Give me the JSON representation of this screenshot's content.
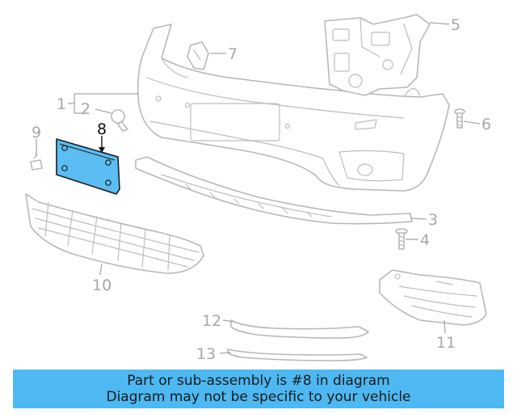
{
  "callouts": [
    {
      "id": "c1",
      "text": "1"
    },
    {
      "id": "c2",
      "text": "2"
    },
    {
      "id": "c3",
      "text": "3"
    },
    {
      "id": "c4",
      "text": "4"
    },
    {
      "id": "c5",
      "text": "5"
    },
    {
      "id": "c6",
      "text": "6"
    },
    {
      "id": "c7",
      "text": "7"
    },
    {
      "id": "c8",
      "text": "8",
      "highlighted": true
    },
    {
      "id": "c9",
      "text": "9"
    },
    {
      "id": "c10",
      "text": "10"
    },
    {
      "id": "c11",
      "text": "11"
    },
    {
      "id": "c12",
      "text": "12"
    },
    {
      "id": "c13",
      "text": "13"
    }
  ],
  "colors": {
    "highlight_part": "#5bbdf2",
    "banner": "#4db8f2",
    "line_art": "#b8b8b8"
  },
  "banner": {
    "line1": "Part or sub-assembly is #8 in diagram",
    "line2": "Diagram may not be specific to your vehicle"
  }
}
